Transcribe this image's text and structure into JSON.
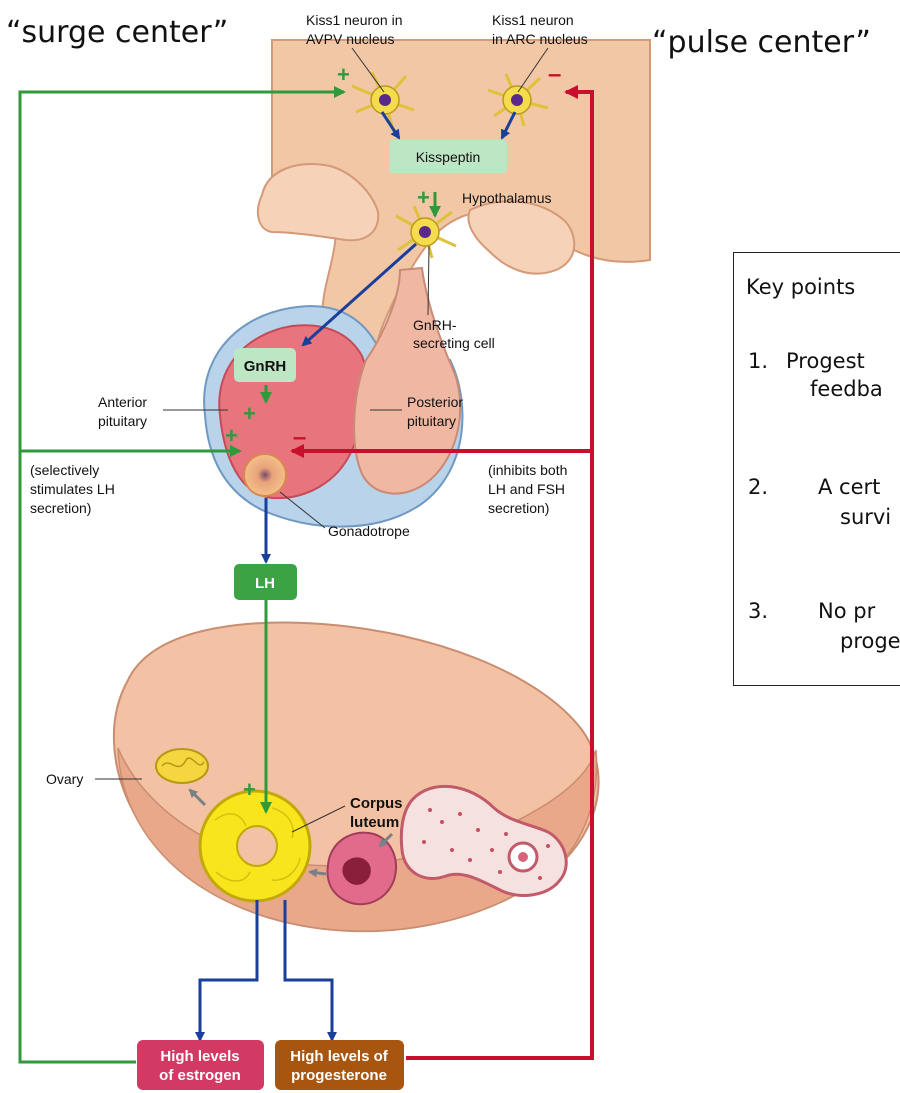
{
  "headings": {
    "surge": "“surge center”",
    "pulse": "“pulse center”"
  },
  "labels": {
    "kiss_avpv_1": "Kiss1 neuron in",
    "kiss_avpv_2": "AVPV nucleus",
    "kiss_arc_1": "Kiss1 neuron",
    "kiss_arc_2": "in ARC nucleus",
    "hypothalamus": "Hypothalamus",
    "gnrh_cell_1": "GnRH-",
    "gnrh_cell_2": "secreting cell",
    "anterior_1": "Anterior",
    "anterior_2": "pituitary",
    "posterior_1": "Posterior",
    "posterior_2": "pituitary",
    "selective_1": "(selectively",
    "selective_2": "stimulates LH",
    "selective_3": "secretion)",
    "inhibits_1": "(inhibits both",
    "inhibits_2": "LH and FSH",
    "inhibits_3": "secretion)",
    "gonadotrope": "Gonadotrope",
    "ovary": "Ovary",
    "corpus_1": "Corpus",
    "corpus_2": "luteum"
  },
  "boxes": {
    "kisspeptin": "Kisspeptin",
    "gnrh": "GnRH",
    "lh": "LH",
    "estrogen_1": "High levels",
    "estrogen_2": "of estrogen",
    "progesterone_1": "High levels of",
    "progesterone_2": "progesterone"
  },
  "signs": {
    "plus": "+",
    "minus": "–"
  },
  "key_points": {
    "title": "Key points",
    "item1_num": "1.",
    "item1_line1": "Progest",
    "item1_line2": "feedba",
    "item2_num": "2.",
    "item2_line1": "A cert",
    "item2_line2": "survi",
    "item3_num": "3.",
    "item3_line1": "No pr",
    "item3_line2": "proge"
  },
  "colors": {
    "stimulatory": "#2e9a3c",
    "inhibitory": "#c8102e",
    "flow_arrow": "#1a3f9a",
    "estrogen_box": "#d23a63",
    "progesterone_box": "#a8560f",
    "hormone_box": "#3ca344"
  }
}
